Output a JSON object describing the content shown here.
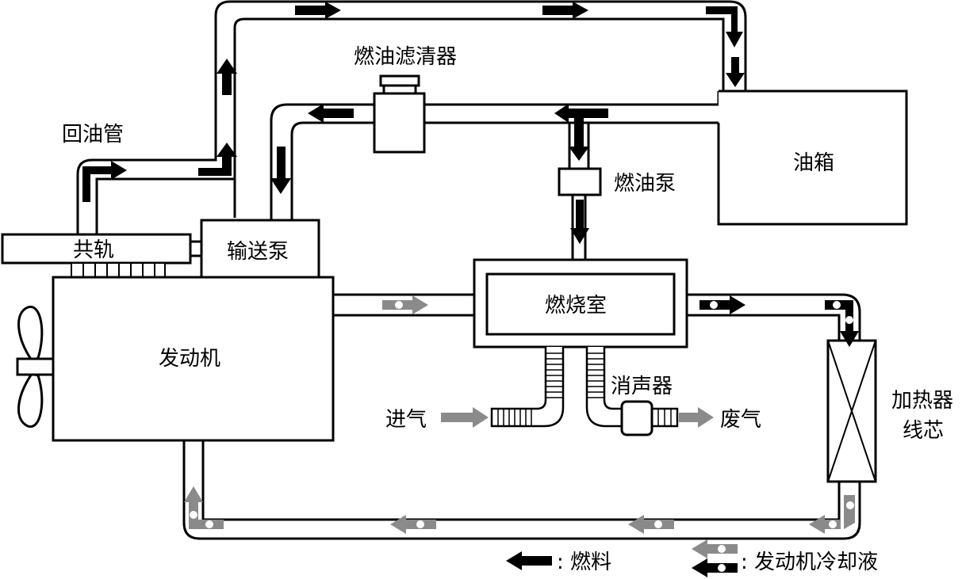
{
  "labels": {
    "return_pipe": "回油管",
    "fuel_filter": "燃油滤清器",
    "fuel_tank": "油箱",
    "fuel_pump": "燃油泵",
    "common_rail": "共轨",
    "transfer_pump": "输送泵",
    "engine": "发动机",
    "combustion_chamber": "燃烧室",
    "muffler": "消声器",
    "intake": "进气",
    "exhaust": "废气",
    "heater_core_line1": "加热器",
    "heater_core_line2": "线芯"
  },
  "legend": {
    "fuel": ": 燃料",
    "coolant": ": 发动机冷却液"
  },
  "colors": {
    "fuel": "#000000",
    "coolant": "#8a8a8a",
    "line": "#000000"
  }
}
